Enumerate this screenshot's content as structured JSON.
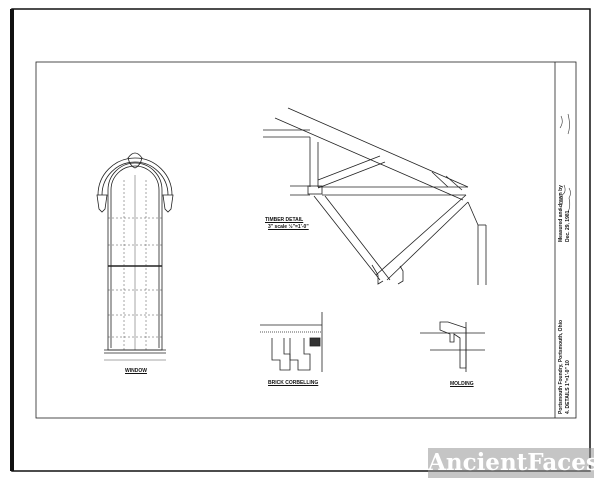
{
  "drawings": {
    "window": {
      "label": "WINDOW"
    },
    "timber": {
      "label": "TIMBER DETAIL",
      "scale": "3\" scale ½\"=1'-0\""
    },
    "brick": {
      "label": "BRICK CORBELLING"
    },
    "molding": {
      "label": "MOLDING"
    }
  },
  "title_block": {
    "project": "Portsmouth Foundry, Portsmouth, Ohio",
    "sheet": "4. DETAILS  1\"=1'-0\"  10",
    "measured": "Measured and drawn by",
    "date": "Dec. 29, 1981"
  },
  "watermark": "AncientFaces"
}
